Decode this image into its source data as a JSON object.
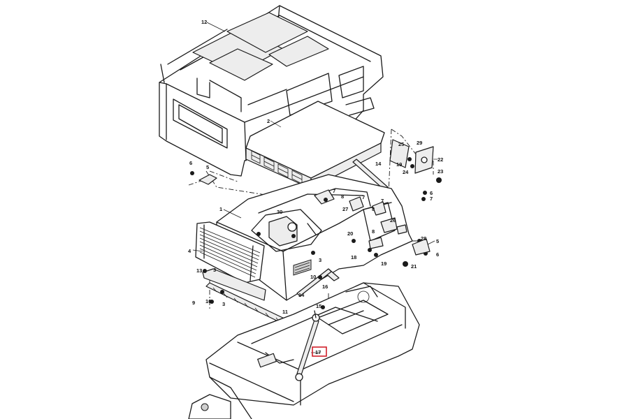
{
  "callouts": [
    {
      "id": "c12",
      "text": "12"
    },
    {
      "id": "c2",
      "text": "2"
    },
    {
      "id": "c1",
      "text": "1"
    },
    {
      "id": "c4",
      "text": "4"
    },
    {
      "id": "c3a",
      "text": "3"
    },
    {
      "id": "c3b",
      "text": "3"
    },
    {
      "id": "c3c",
      "text": "3"
    },
    {
      "id": "c5a",
      "text": "5"
    },
    {
      "id": "c5b",
      "text": "5"
    },
    {
      "id": "c6a",
      "text": "6"
    },
    {
      "id": "c6b",
      "text": "6"
    },
    {
      "id": "c6c",
      "text": "6"
    },
    {
      "id": "c7a",
      "text": "7"
    },
    {
      "id": "c7b",
      "text": "7"
    },
    {
      "id": "c7c",
      "text": "7"
    },
    {
      "id": "c7d",
      "text": "7"
    },
    {
      "id": "c8a",
      "text": "8"
    },
    {
      "id": "c8b",
      "text": "8"
    },
    {
      "id": "c8c",
      "text": "8"
    },
    {
      "id": "c9",
      "text": "9"
    },
    {
      "id": "c10a",
      "text": "10"
    },
    {
      "id": "c10b",
      "text": "10"
    },
    {
      "id": "c11",
      "text": "11"
    },
    {
      "id": "c13",
      "text": "13"
    },
    {
      "id": "c14a",
      "text": "14"
    },
    {
      "id": "c14b",
      "text": "14"
    },
    {
      "id": "c15",
      "text": "15"
    },
    {
      "id": "c16",
      "text": "16"
    },
    {
      "id": "c17",
      "text": "17"
    },
    {
      "id": "c18",
      "text": "18"
    },
    {
      "id": "c19a",
      "text": "19"
    },
    {
      "id": "c19b",
      "text": "19"
    },
    {
      "id": "c20",
      "text": "20"
    },
    {
      "id": "c21",
      "text": "21"
    },
    {
      "id": "c22",
      "text": "22"
    },
    {
      "id": "c23",
      "text": "23"
    },
    {
      "id": "c24",
      "text": "24"
    },
    {
      "id": "c25",
      "text": "25"
    },
    {
      "id": "c26",
      "text": "26"
    },
    {
      "id": "c27",
      "text": "27"
    },
    {
      "id": "c28",
      "text": "28"
    },
    {
      "id": "c29",
      "text": "29"
    },
    {
      "id": "c30",
      "text": "30"
    }
  ],
  "highlight": {
    "label": "17",
    "color": "#d0202a"
  }
}
